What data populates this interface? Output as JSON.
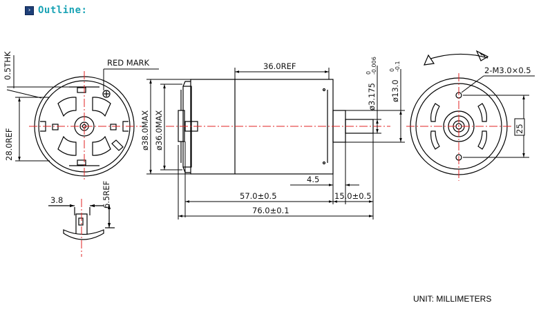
{
  "header": {
    "icon": "expand-box-icon",
    "title": "Outline:"
  },
  "colors": {
    "header_text": "#1aa3b5",
    "header_icon": "#1e3f78",
    "centerline": "#e02020",
    "line": "#000000"
  },
  "labels": {
    "thk": "0.5THK",
    "red_mark": "RED MARK",
    "ref28": "28.0REF",
    "dim38": "ø38.0MAX",
    "dim36": "ø36.0MAX",
    "ref36": "36.0REF",
    "shaft": "ø3.175",
    "shaft_tol": "0\n-0.006",
    "boss": "ø13.0",
    "boss_tol": "0\n-0.1",
    "holes": "2-M3.0×0.5",
    "dim25": "25",
    "dim45": "4.5",
    "dim57": "57.0±0.5",
    "dim15": "15.0±0.5",
    "dim76": "76.0±0.1",
    "dim38b": "3.8",
    "ref65": "6.5REF",
    "unit": "UNIT: MILLIMETERS"
  }
}
